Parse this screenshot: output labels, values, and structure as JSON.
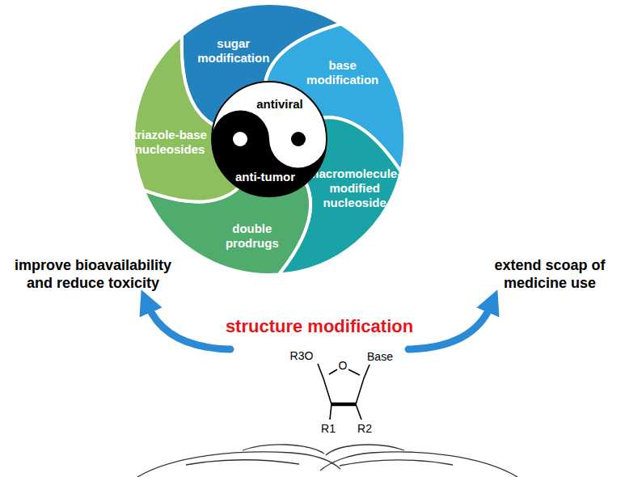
{
  "diagram": {
    "nodes": [
      {
        "text": [
          "sugar modification"
        ]
      },
      {
        "text": [
          "base modification"
        ]
      },
      {
        "text": [
          "triazole-base nucleosides"
        ]
      },
      {
        "text": [
          "macromolecule-modified nucleoside"
        ]
      },
      {
        "text": [
          "double prodrugs"
        ]
      },
      {
        "text": [
          "antiviral",
          "anti-tumor"
        ]
      }
    ],
    "labels": [
      "improve bioavailability and reduce toxicity",
      "extend scoap of medicine use",
      "structure modification",
      "R3O",
      "O",
      "Base",
      "R1",
      "R2"
    ]
  }
}
